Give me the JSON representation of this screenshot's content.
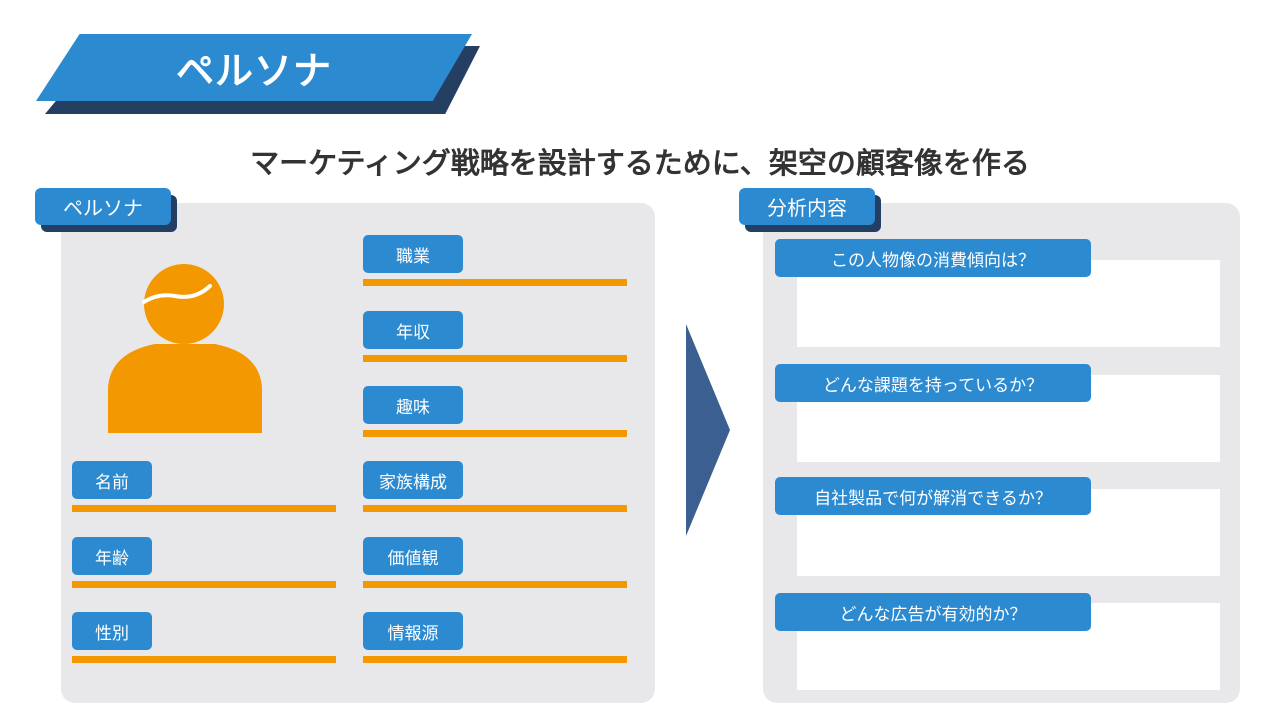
{
  "title": "ペルソナ",
  "subtitle": "マーケティング戦略を設計するために、架空の顧客像を作る",
  "colors": {
    "accent_blue": "#2c8ad0",
    "dark_blue": "#253f62",
    "orange": "#f39800",
    "panel_gray": "#e8e8ea",
    "arrow": "#3a5f90"
  },
  "left_panel": {
    "label": "ペルソナ",
    "icon": "person-icon",
    "left_fields": [
      "名前",
      "年齢",
      "性別"
    ],
    "right_fields": [
      "職業",
      "年収",
      "趣味",
      "家族構成",
      "価値観",
      "情報源"
    ]
  },
  "right_panel": {
    "label": "分析内容",
    "questions": [
      "この人物像の消費傾向は？",
      "どんな課題を持っているか？",
      "自社製品で何が解消できるか？",
      "どんな広告が有効的か？"
    ]
  }
}
